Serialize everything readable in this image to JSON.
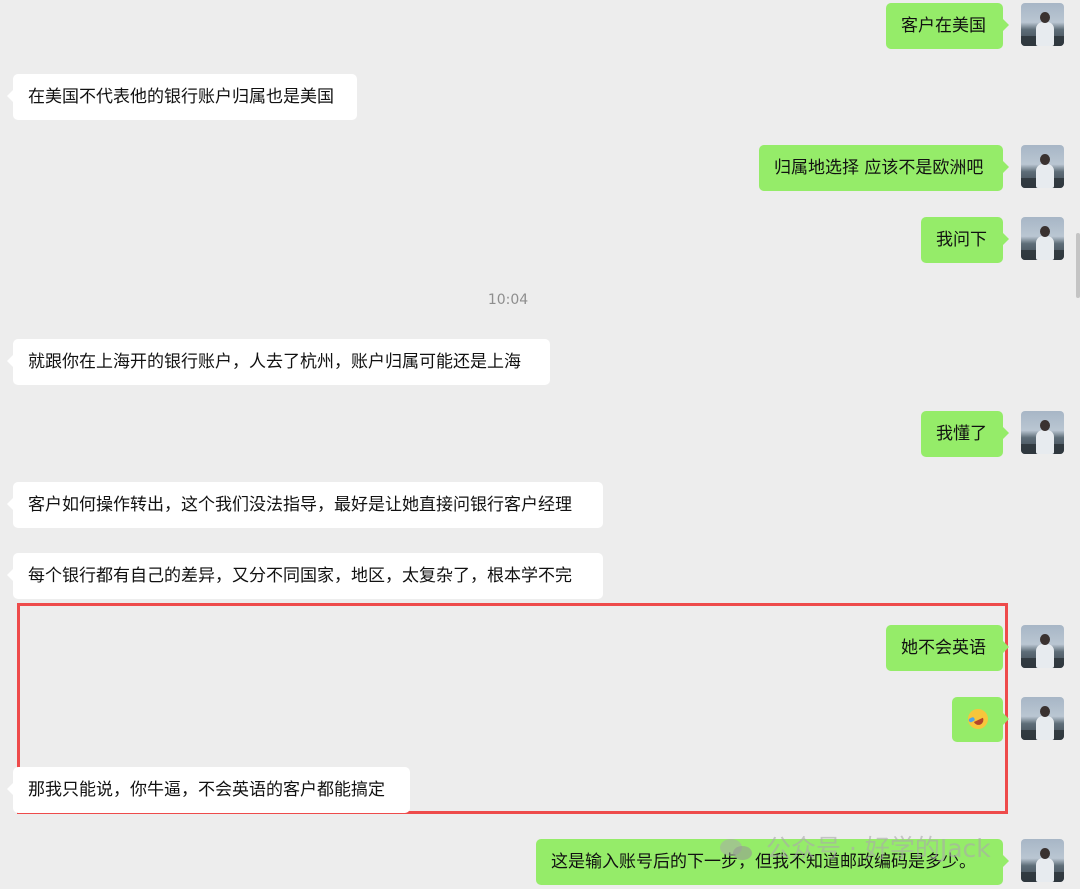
{
  "chat": {
    "messages": [
      {
        "id": "m1",
        "side": "out",
        "text": "客户在美国"
      },
      {
        "id": "m2",
        "side": "in",
        "text": "在美国不代表他的银行账户归属也是美国"
      },
      {
        "id": "m3",
        "side": "out",
        "text": "归属地选择 应该不是欧洲吧"
      },
      {
        "id": "m4",
        "side": "out",
        "text": "我问下"
      },
      {
        "id": "m5",
        "side": "in",
        "text": "就跟你在上海开的银行账户，人去了杭州，账户归属可能还是上海"
      },
      {
        "id": "m6",
        "side": "out",
        "text": "我懂了"
      },
      {
        "id": "m7",
        "side": "in",
        "text": "客户如何操作转出，这个我们没法指导，最好是让她直接问银行客户经理"
      },
      {
        "id": "m8",
        "side": "in",
        "text": "每个银行都有自己的差异，又分不同国家，地区，太复杂了，根本学不完"
      },
      {
        "id": "m9",
        "side": "out",
        "text": "她不会英语"
      },
      {
        "id": "m10",
        "side": "out",
        "emoji": "laughing-crying-emoji"
      },
      {
        "id": "m11",
        "side": "in",
        "text": "那我只能说，你牛逼，不会英语的客户都能搞定"
      },
      {
        "id": "m12",
        "side": "out",
        "text": "这是输入账号后的下一步，但我不知道邮政编码是多少。"
      }
    ],
    "timestamp": "10:04"
  },
  "watermark": {
    "icon": "wechat-icon",
    "text": "公众号 · 好学的Jack"
  },
  "colors": {
    "background": "#ededed",
    "incoming_bubble": "#ffffff",
    "outgoing_bubble": "#95ec69",
    "highlight_border": "#ee4b4b"
  }
}
